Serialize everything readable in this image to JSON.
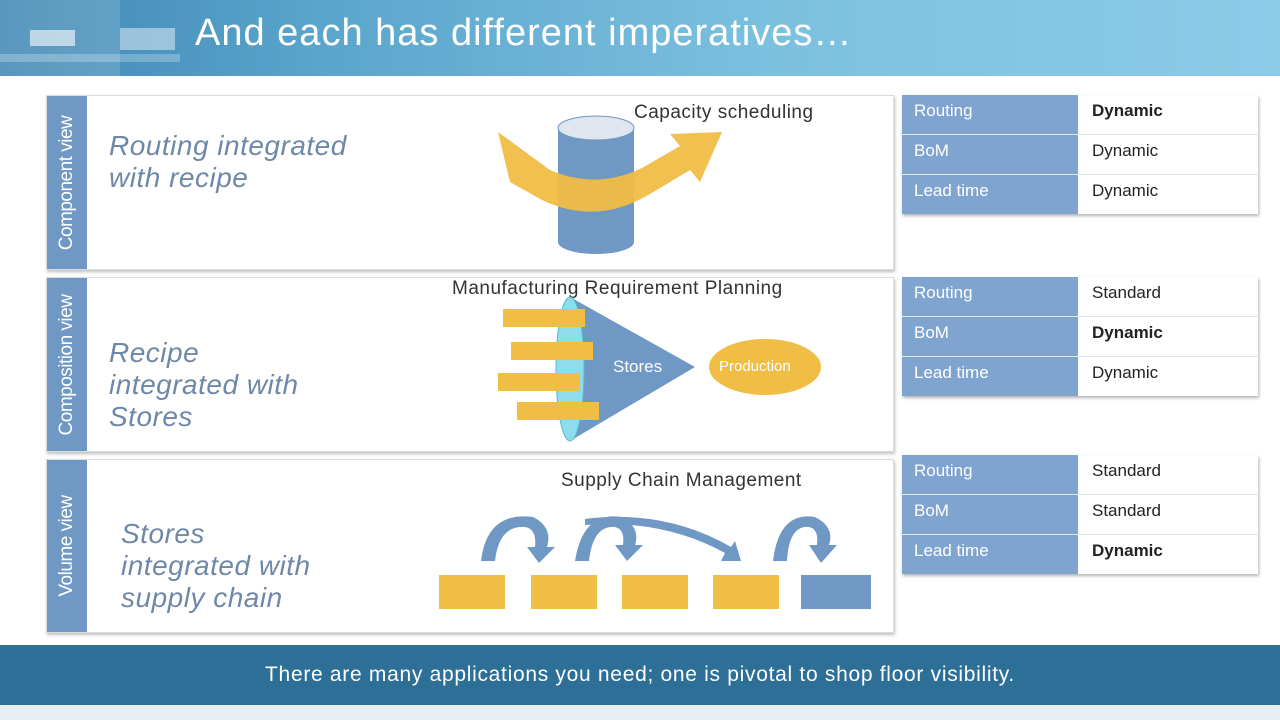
{
  "header": {
    "title": "And each has different imperatives…"
  },
  "panels": [
    {
      "tab": "Component view",
      "text": [
        "Routing integrated",
        "with recipe"
      ],
      "diagram_title": "Capacity scheduling",
      "table": [
        {
          "key": "Routing",
          "value": "Dynamic",
          "bold": true
        },
        {
          "key": "BoM",
          "value": "Dynamic",
          "bold": false
        },
        {
          "key": "Lead time",
          "value": "Dynamic",
          "bold": false
        }
      ]
    },
    {
      "tab": "Composition view",
      "text": [
        "Recipe",
        "integrated with",
        "Stores"
      ],
      "diagram_title": "Manufacturing  Requirement Planning",
      "funnel_label": "Stores",
      "production_label": "Production",
      "table": [
        {
          "key": "Routing",
          "value": "Standard",
          "bold": false
        },
        {
          "key": "BoM",
          "value": "Dynamic",
          "bold": true
        },
        {
          "key": "Lead time",
          "value": "Dynamic",
          "bold": false
        }
      ]
    },
    {
      "tab": "Volume view",
      "text": [
        "Stores",
        "integrated with",
        "supply chain"
      ],
      "diagram_title": "Supply Chain Management",
      "table": [
        {
          "key": "Routing",
          "value": "Standard",
          "bold": false
        },
        {
          "key": "BoM",
          "value": "Standard",
          "bold": false
        },
        {
          "key": "Lead time",
          "value": "Dynamic",
          "bold": true
        }
      ]
    }
  ],
  "footer": {
    "text": "There are many  applications you need;  one is pivotal to shop floor visibility."
  },
  "colors": {
    "header_blue": "#4a97c2",
    "tab_blue": "#6f98c4",
    "footer_blue": "#2e6f97",
    "accent_yellow": "#f0bd45",
    "shape_blue": "#6f98c4"
  }
}
